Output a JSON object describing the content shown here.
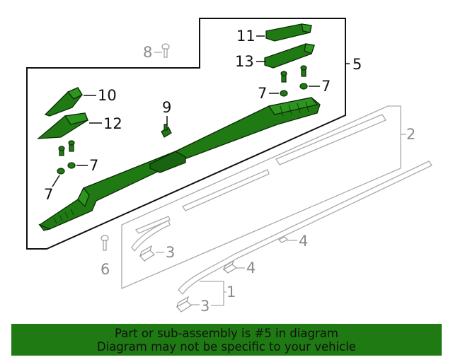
{
  "diagram": {
    "callouts": {
      "c1": "1",
      "c2": "2",
      "c3a": "3",
      "c3b": "3",
      "c4a": "4",
      "c4b": "4",
      "c5": "5",
      "c6": "6",
      "c7a": "7",
      "c7b": "7",
      "c7c": "7",
      "c7d": "7",
      "c8": "8",
      "c9": "9",
      "c10": "10",
      "c11": "11",
      "c12": "12",
      "c13": "13"
    },
    "colors": {
      "part_fill": "#1f7a13",
      "part_outline": "#0d2b08",
      "ghost": "#aaaaaa",
      "outline": "#111111"
    }
  },
  "banner": {
    "line1": "Part or sub-assembly is #5 in diagram",
    "line2": "Diagram may not be specific to your vehicle"
  }
}
